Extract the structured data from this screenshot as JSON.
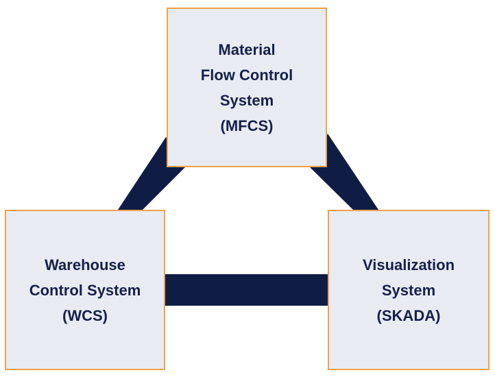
{
  "diagram": {
    "colors": {
      "box_fill": "#e8ebf2",
      "box_border": "#f0a24a",
      "connector": "#0f1d45",
      "text": "#15204a"
    },
    "nodes": {
      "mfcs": {
        "lines": [
          "Material",
          "Flow Control",
          "System",
          "(MFCS)"
        ]
      },
      "wcs": {
        "lines": [
          "Warehouse",
          "Control System",
          "(WCS)"
        ]
      },
      "skada": {
        "lines": [
          "Visualization",
          "System",
          "(SKADA)"
        ]
      }
    },
    "edges": [
      {
        "from": "mfcs",
        "to": "wcs"
      },
      {
        "from": "mfcs",
        "to": "skada"
      },
      {
        "from": "wcs",
        "to": "skada"
      }
    ]
  }
}
